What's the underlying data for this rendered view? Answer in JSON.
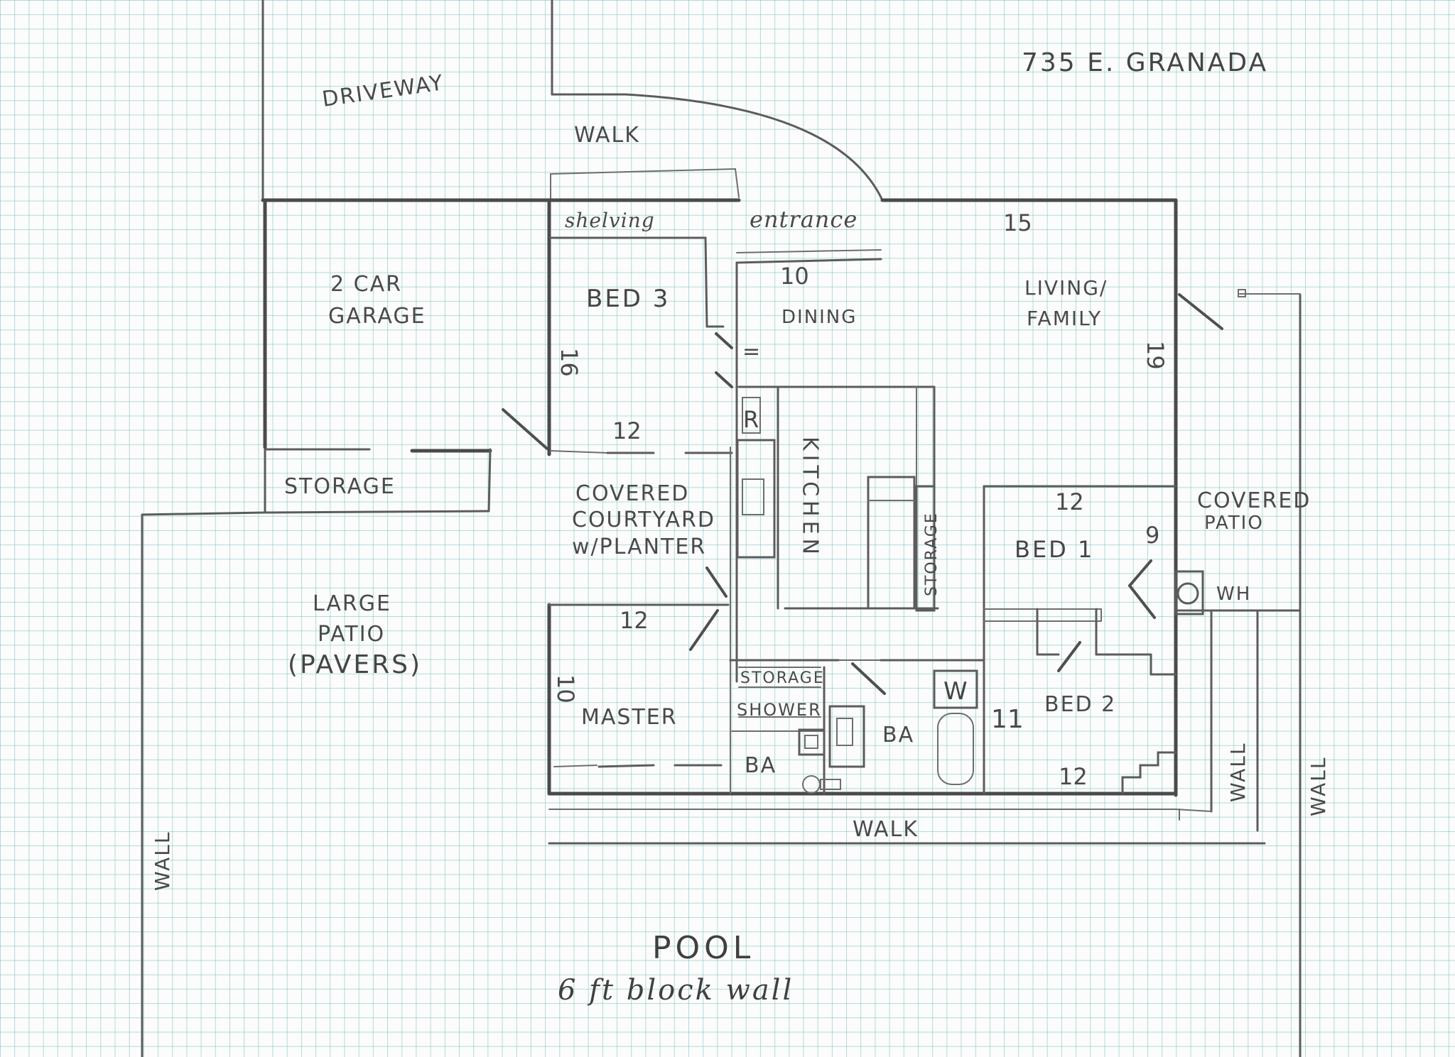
{
  "address": "735 E. GRANADA",
  "labels": {
    "driveway": "DRIVEWAY",
    "walk_top": "WALK",
    "shelving": "shelving",
    "entrance": "entrance",
    "garage_line1": "2 CAR",
    "garage_line2": "GARAGE",
    "bed3": "BED 3",
    "dining": "DINING",
    "living_line1": "LIVING/",
    "living_line2": "FAMILY",
    "storage_garage": "STORAGE",
    "courtyard_line1": "COVERED",
    "courtyard_line2": "COURTYARD",
    "courtyard_line3": "w/PLANTER",
    "kitchen": "KITCHEN",
    "storage_kitchen": "STORAGE",
    "bed1": "BED 1",
    "covered_patio_line1": "COVERED",
    "covered_patio_line2": "PATIO",
    "large_patio_line1": "LARGE",
    "large_patio_line2": "PATIO",
    "large_patio_line3": "(PAVERS)",
    "master": "MASTER",
    "storage_bath": "STORAGE",
    "shower": "SHOWER",
    "ba_master": "BA",
    "ba_hall": "BA",
    "washer": "W",
    "bed2": "BED 2",
    "wh": "WH",
    "walk_bottom": "WALK",
    "wall_left": "WALL",
    "wall_right_inner": "WALL",
    "wall_right_outer": "WALL",
    "pool": "POOL",
    "block_wall": "6 ft block wall",
    "fridge": "R"
  },
  "dimensions": {
    "living_width": "15",
    "living_depth": "19",
    "dining_width": "10",
    "dining_equal": "=",
    "bed3_depth": "16",
    "bed3_width": "12",
    "bed1_width": "12",
    "bed1_depth": "9",
    "master_width": "12",
    "master_depth": "10",
    "bed2_depth": "11",
    "bed2_width": "12"
  }
}
